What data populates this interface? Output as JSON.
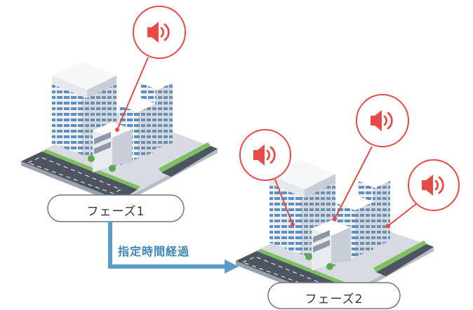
{
  "phases": [
    {
      "label": "フェーズ1",
      "speaker_count": 1
    },
    {
      "label": "フェーズ2",
      "speaker_count": 3
    }
  ],
  "transition": {
    "label": "指定時間経過"
  },
  "colors": {
    "speaker_red": "#e84a46",
    "speaker_circle_fill": "#ffffff",
    "arrow_blue": "#5b9cc6",
    "pill_stroke": "#6f7780",
    "road_dark": "#4c5560",
    "grass_green": "#7dc05f",
    "building_white": "#f3f4f6",
    "building_shade": "#c9ced6",
    "window_blue": "#5b8fc9"
  }
}
